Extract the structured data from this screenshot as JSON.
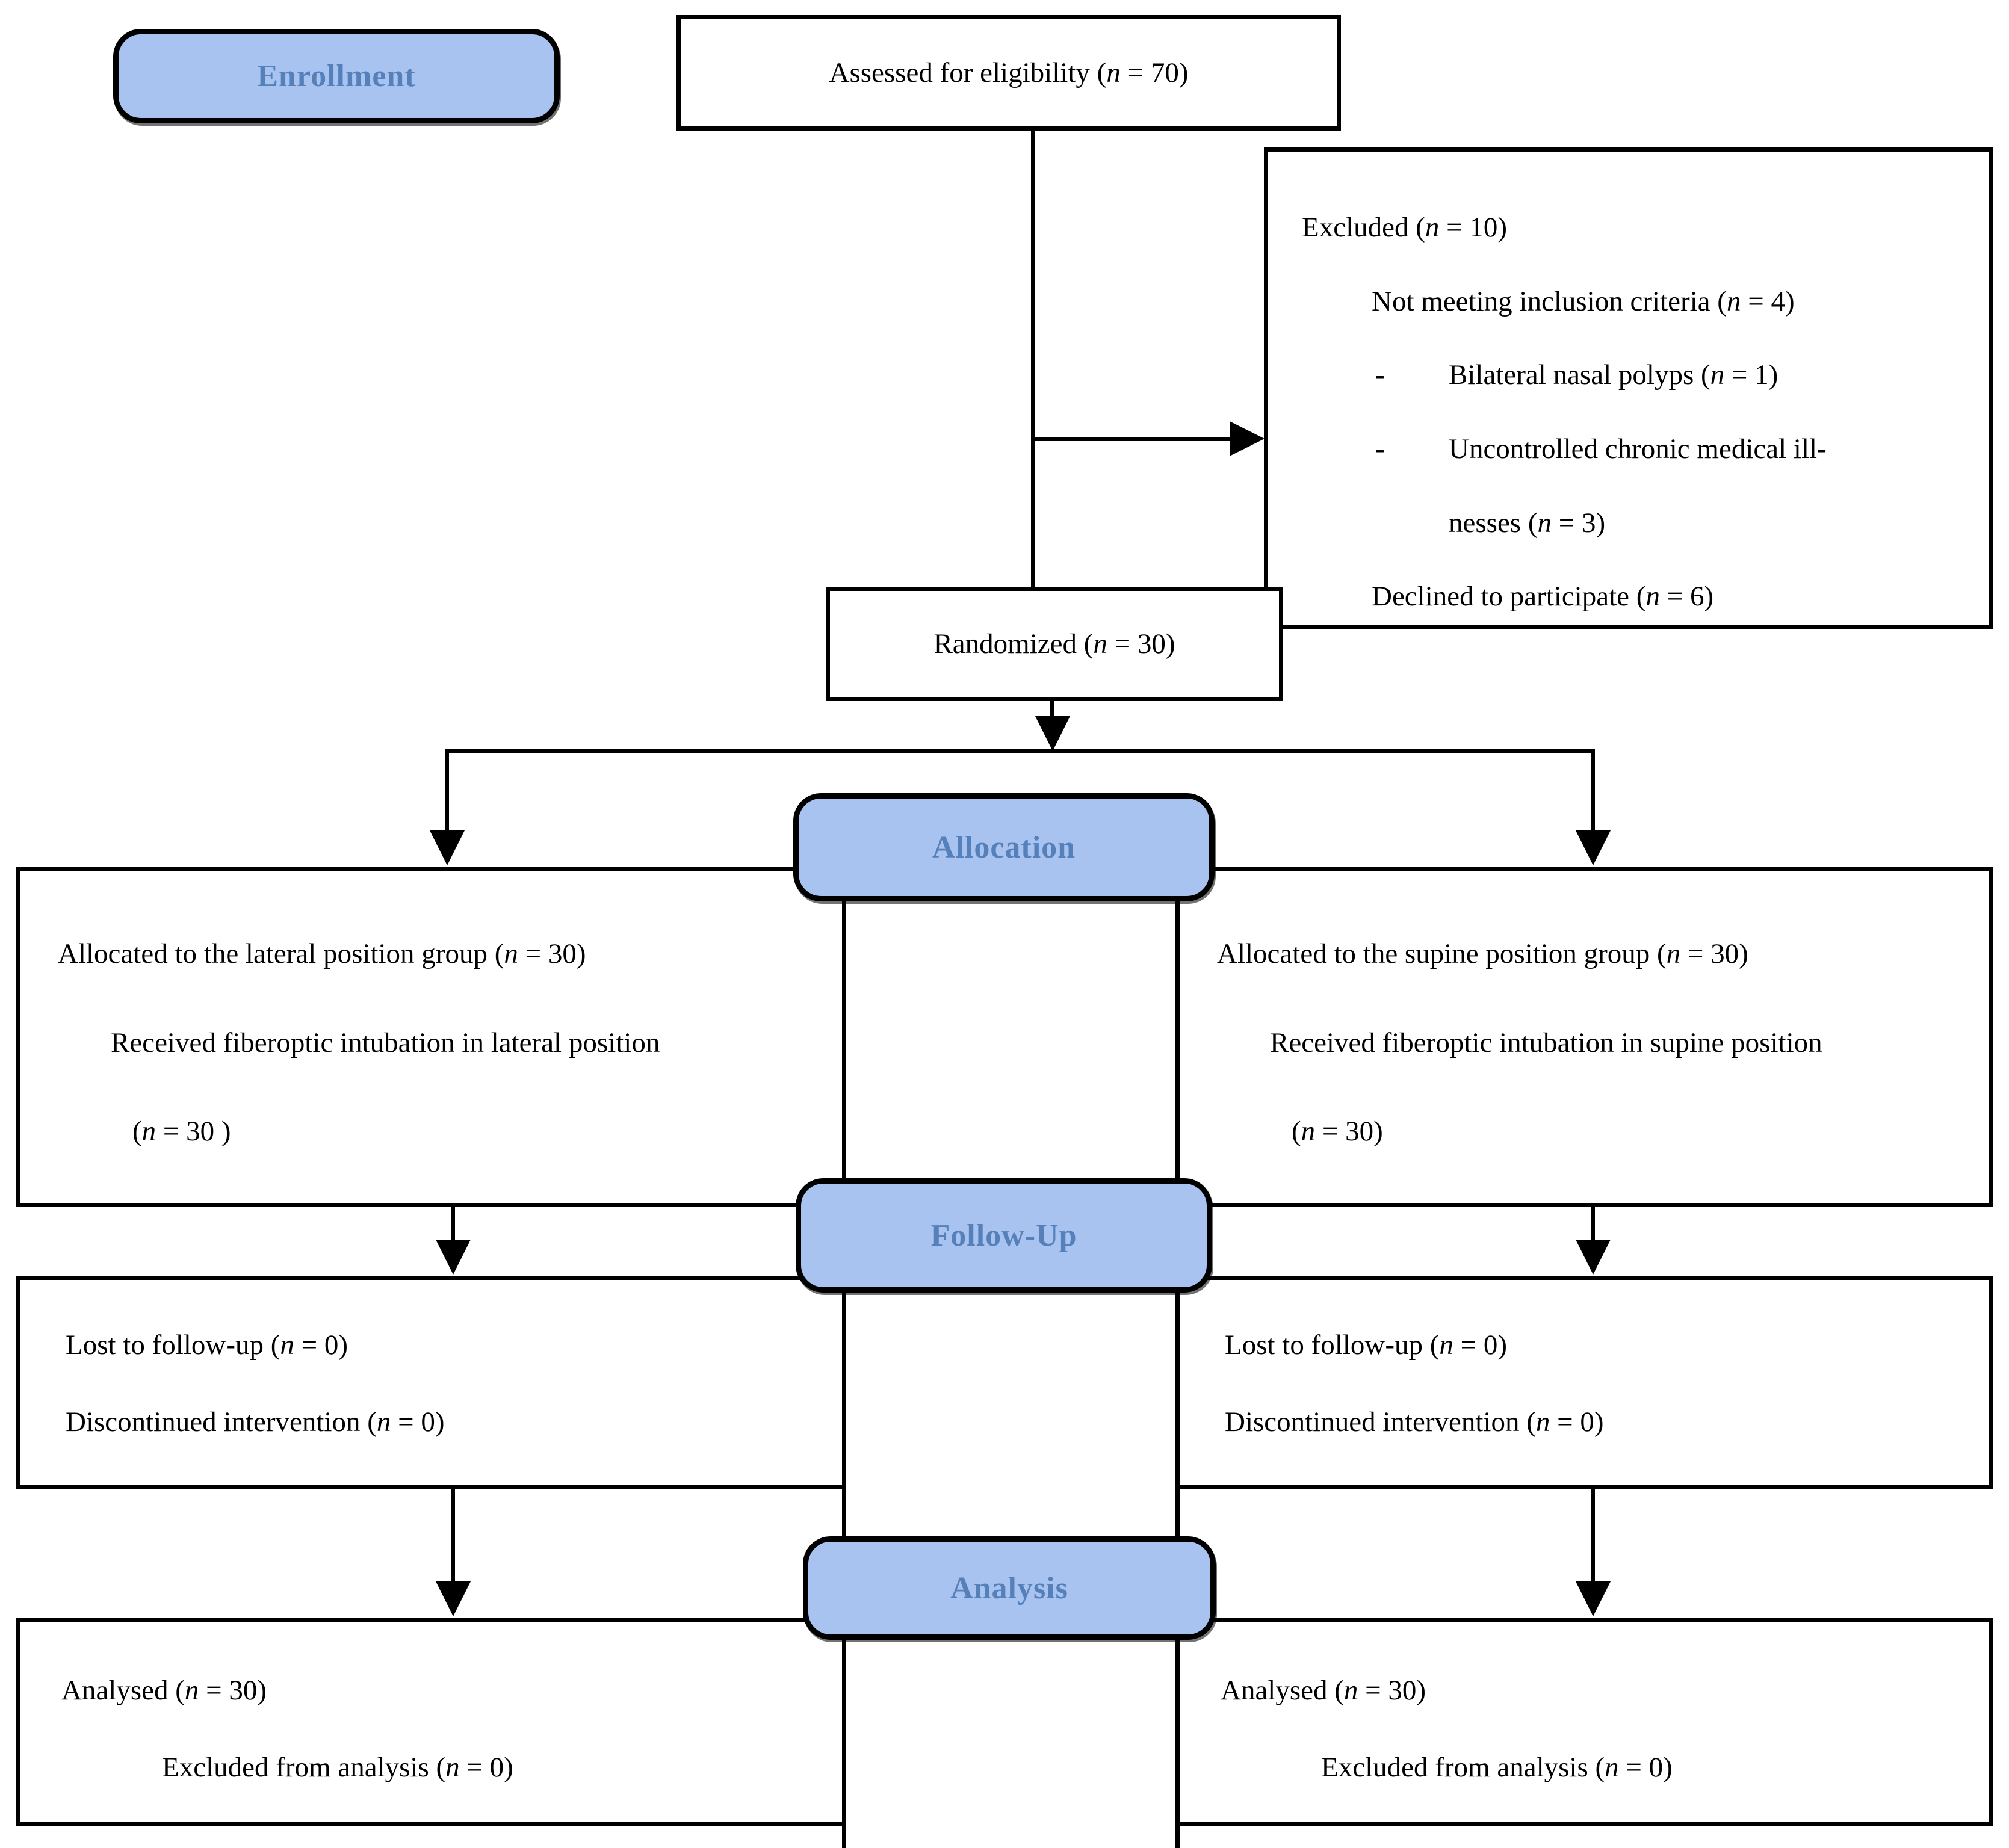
{
  "figure": {
    "stage_labels": {
      "enrollment": "Enrollment",
      "allocation": "Allocation",
      "followup": "Follow-Up",
      "analysis": "Analysis"
    },
    "colors": {
      "stage_fill": "#a8c3f0",
      "stage_text": "#5580ba",
      "line_color": "#000000",
      "box_fill": "#ffffff"
    },
    "boxes": {
      "assessed": {
        "text": "Assessed for eligibility (n = 70)"
      },
      "excluded": {
        "line1": "Excluded (n = 10)",
        "line2": "Not meeting inclusion criteria (n = 4)",
        "bullet1_marker": "-",
        "bullet1_text": "Bilateral nasal polyps (n = 1)",
        "bullet2_marker": "-",
        "bullet2_text": "Uncontrolled chronic medical ill-",
        "bullet2_continuation": "nesses (n = 3)",
        "line3": "Declined to participate (n = 6)"
      },
      "randomized": {
        "text": "Randomized (n = 30)"
      },
      "allocation_left": {
        "line1": "Allocated to the lateral position group (n = 30)",
        "line2": "Received fiberoptic intubation in lateral position",
        "line3": "(n = 30 )"
      },
      "allocation_right": {
        "line1": "Allocated to the supine position group (n = 30)",
        "line2": "Received fiberoptic intubation in supine position",
        "line3": "(n = 30)"
      },
      "followup_left": {
        "line1": "Lost to follow-up (n = 0)",
        "line2": "Discontinued intervention (n = 0)"
      },
      "followup_right": {
        "line1": "Lost to follow-up (n = 0)",
        "line2": "Discontinued intervention (n = 0)"
      },
      "analysis_left": {
        "line1": "Analysed (n = 30)",
        "line2": "Excluded from analysis (n = 0)"
      },
      "analysis_right": {
        "line1": "Analysed (n = 30)",
        "line2": "Excluded from analysis (n = 0)"
      }
    }
  }
}
